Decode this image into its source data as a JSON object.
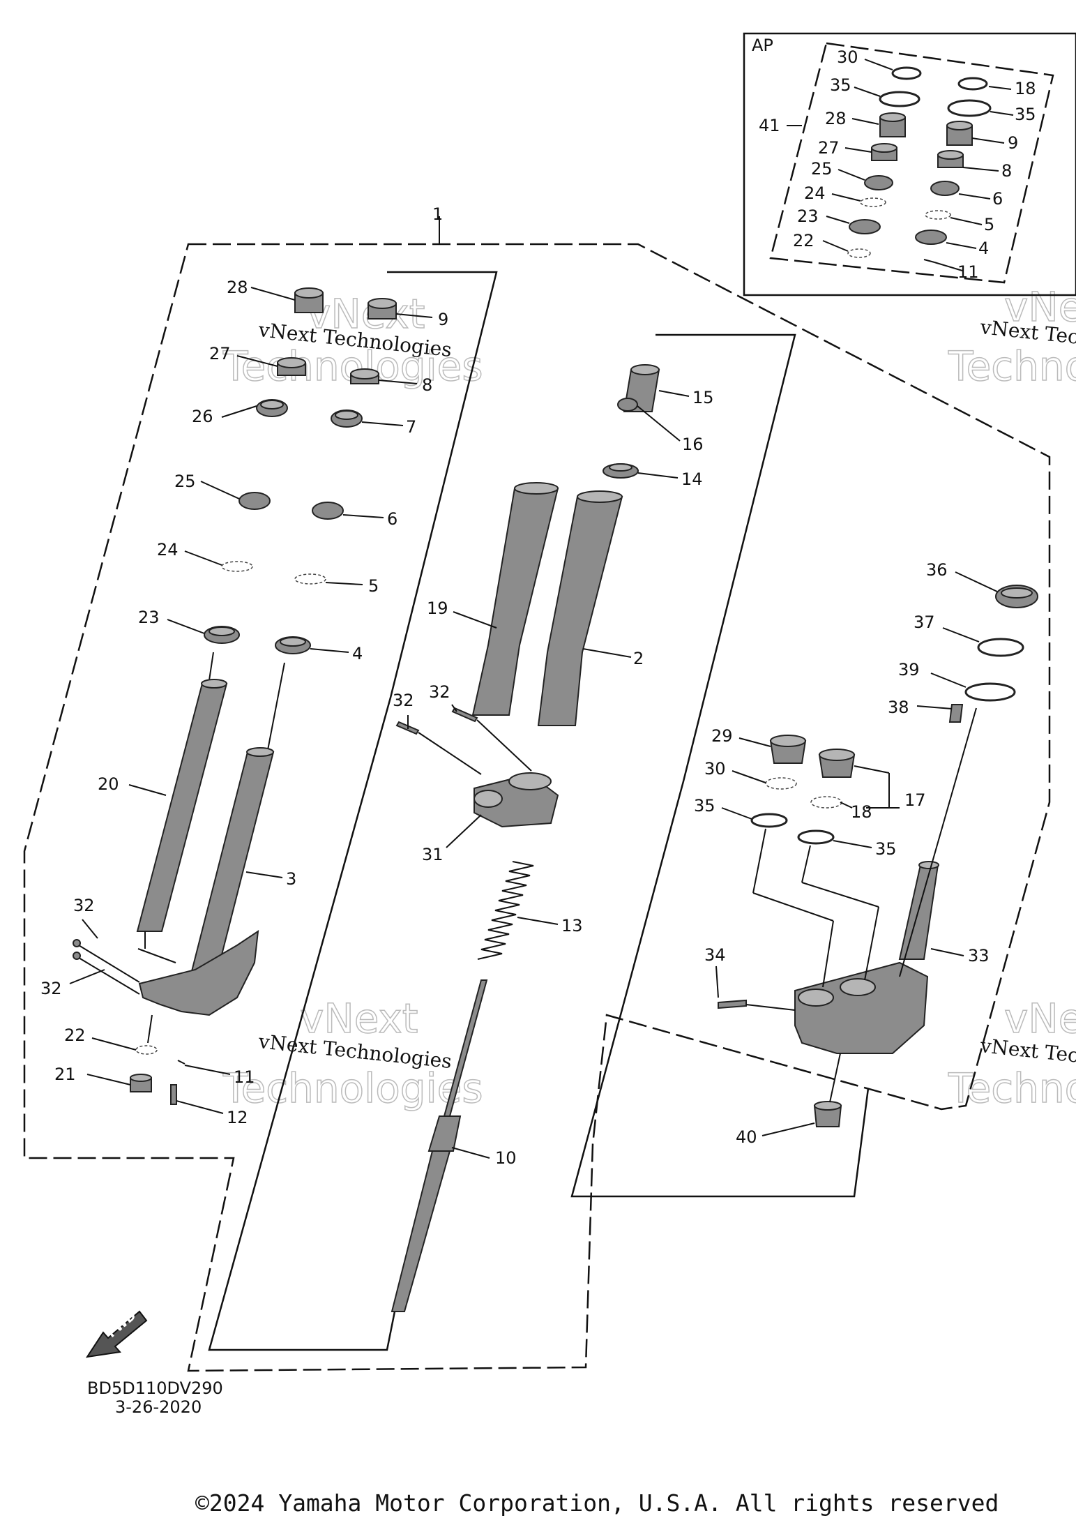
{
  "drawing_code": "BD5D110DV290",
  "drawing_date": "3-26-2020",
  "copyright": "©2024 Yamaha Motor Corporation, U.S.A. All rights reserved",
  "watermark_text": "vNext Technologies",
  "watermark_word_1": "vNext",
  "watermark_word_2": "Technologies",
  "inset_label": "AP",
  "fwd_label": "FWD",
  "callouts": {
    "c1": "1",
    "c2": "2",
    "c3": "3",
    "c4": "4",
    "c5": "5",
    "c6": "6",
    "c7": "7",
    "c8": "8",
    "c9": "9",
    "c10": "10",
    "c11": "11",
    "c12": "12",
    "c13": "13",
    "c14": "14",
    "c15": "15",
    "c16": "16",
    "c17": "17",
    "c18": "18",
    "c19": "19",
    "c20": "20",
    "c21": "21",
    "c22": "22",
    "c23": "23",
    "c24": "24",
    "c25": "25",
    "c26": "26",
    "c27": "27",
    "c28": "28",
    "c29": "29",
    "c30": "30",
    "c31": "31",
    "c32": "32",
    "c33": "33",
    "c34": "34",
    "c35": "35",
    "c36": "36",
    "c37": "37",
    "c38": "38",
    "c39": "39",
    "c40": "40",
    "c41": "41"
  },
  "colors": {
    "line": "#111111",
    "part_fill": "#8c8c8c",
    "background": "#ffffff"
  }
}
